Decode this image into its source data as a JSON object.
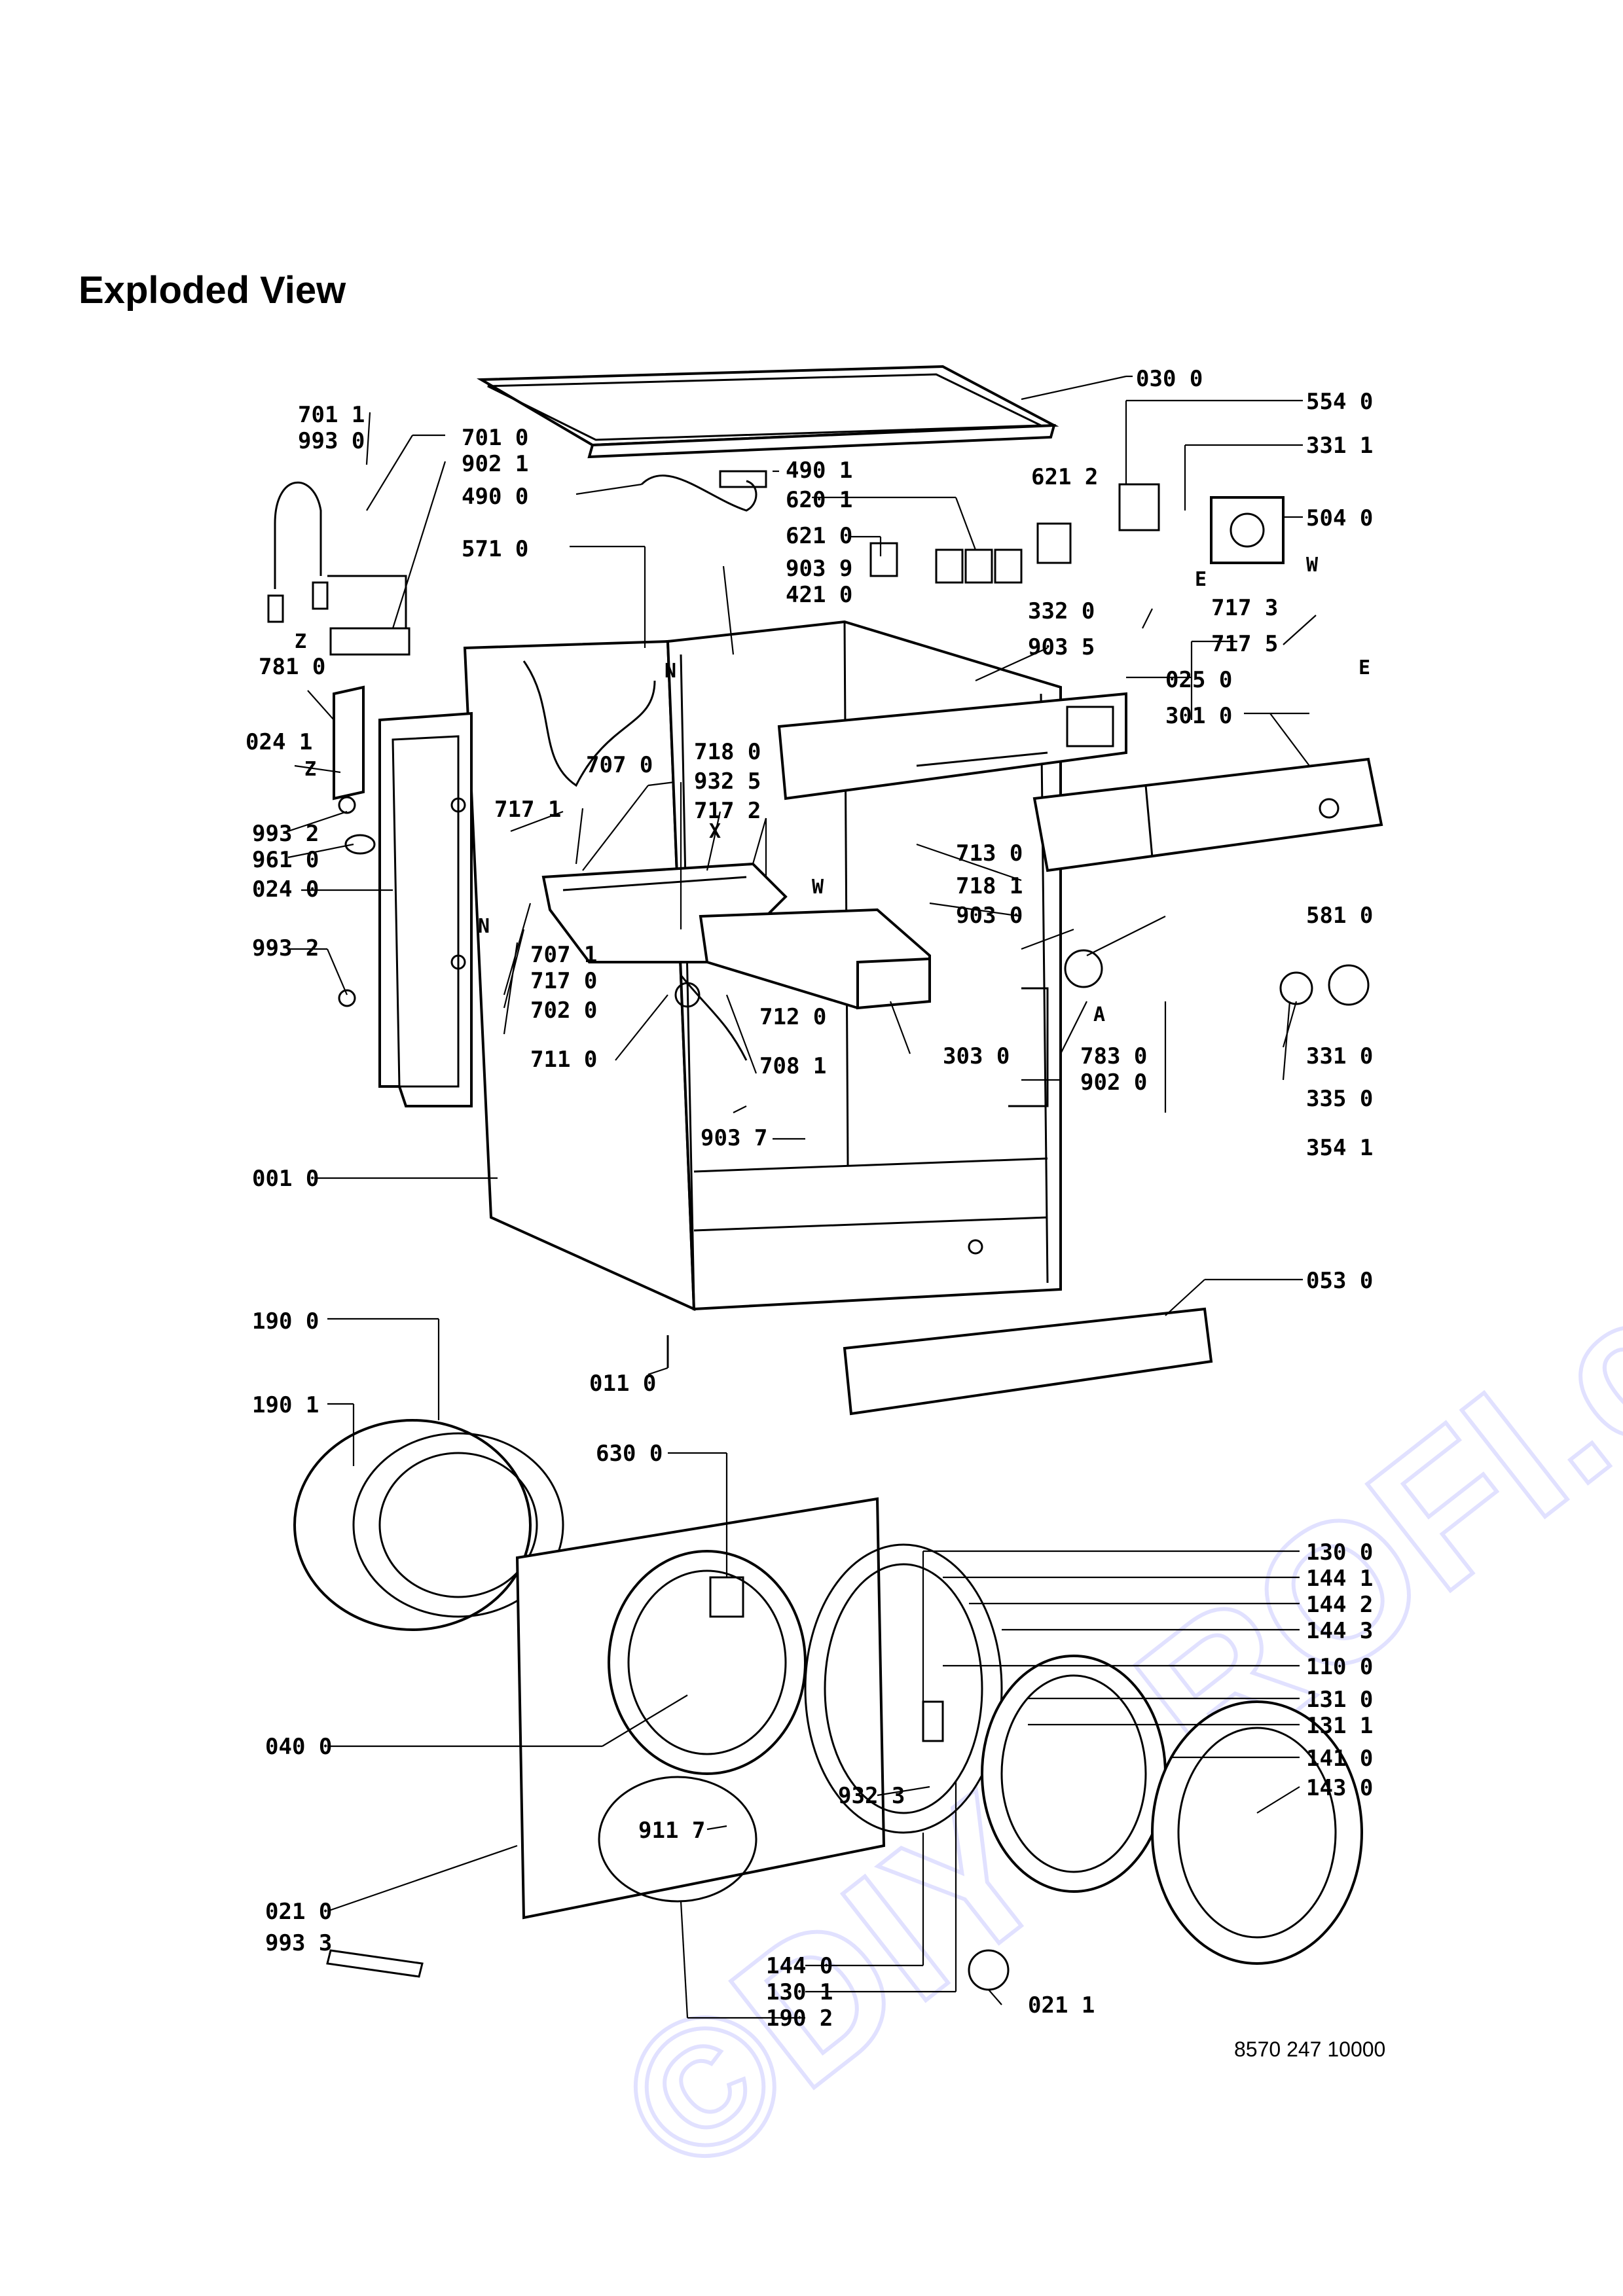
{
  "page": {
    "title": "Exploded View",
    "footer_ref": "8570 247 10000",
    "watermark": "©DIY-PROFI.cz"
  },
  "labels": {
    "l0300": "030 0",
    "l5540": "554 0",
    "l3311": "331 1",
    "l5040": "504 0",
    "l7011a": "701 1",
    "l9930": "993 0",
    "l7010": "701 0",
    "l9021": "902 1",
    "l4900": "490 0",
    "l4901": "490 1",
    "l6201": "620 1",
    "l6212": "621 2",
    "l5710": "571 0",
    "l6210": "621 0",
    "l9039": "903 9",
    "l4210": "421 0",
    "l3320": "332 0",
    "l7173": "717 3",
    "l7175": "717 5",
    "l7810": "781 0",
    "l9035": "903 5",
    "l0250": "025 0",
    "l0241": "024 1",
    "l7070": "707 0",
    "l7180": "718 0",
    "l3010": "301 0",
    "l9325": "932 5",
    "l7172": "717 2",
    "l7171": "717 1",
    "l9932a": "993 2",
    "l9610": "961 0",
    "l7130": "713 0",
    "l0240": "024 0",
    "l7181": "718 1",
    "l9030": "903 0",
    "l5810": "581 0",
    "l9932b": "993 2",
    "l7071": "707 1",
    "l7170": "717 0",
    "l7020": "702 0",
    "l7120": "712 0",
    "l7110": "711 0",
    "l7081": "708 1",
    "l3030": "303 0",
    "l7830": "783 0",
    "l3310": "331 0",
    "l9020": "902 0",
    "l3350": "335 0",
    "l3541": "354 1",
    "l9037": "903 7",
    "l0010": "001 0",
    "l0530": "053 0",
    "l1900": "190 0",
    "l0110": "011 0",
    "l1901": "190 1",
    "l6300": "630 0",
    "l1300": "130 0",
    "l1441": "144 1",
    "l1442": "144 2",
    "l1443": "144 3",
    "l1100": "110 0",
    "l1310": "131 0",
    "l1311": "131 1",
    "l0400": "040 0",
    "l1410": "141 0",
    "l9323": "932 3",
    "l1430": "143 0",
    "l9117": "911 7",
    "l0210": "021 0",
    "l9933": "993 3",
    "l1440": "144 0",
    "l1301": "130 1",
    "l0211": "021 1",
    "l1902": "190 2"
  },
  "markers": {
    "N1": "N",
    "N2": "N",
    "Z1": "Z",
    "Z2": "Z",
    "E1": "E",
    "E2": "E",
    "W1": "W",
    "W2": "W",
    "X": "X",
    "A": "A"
  }
}
